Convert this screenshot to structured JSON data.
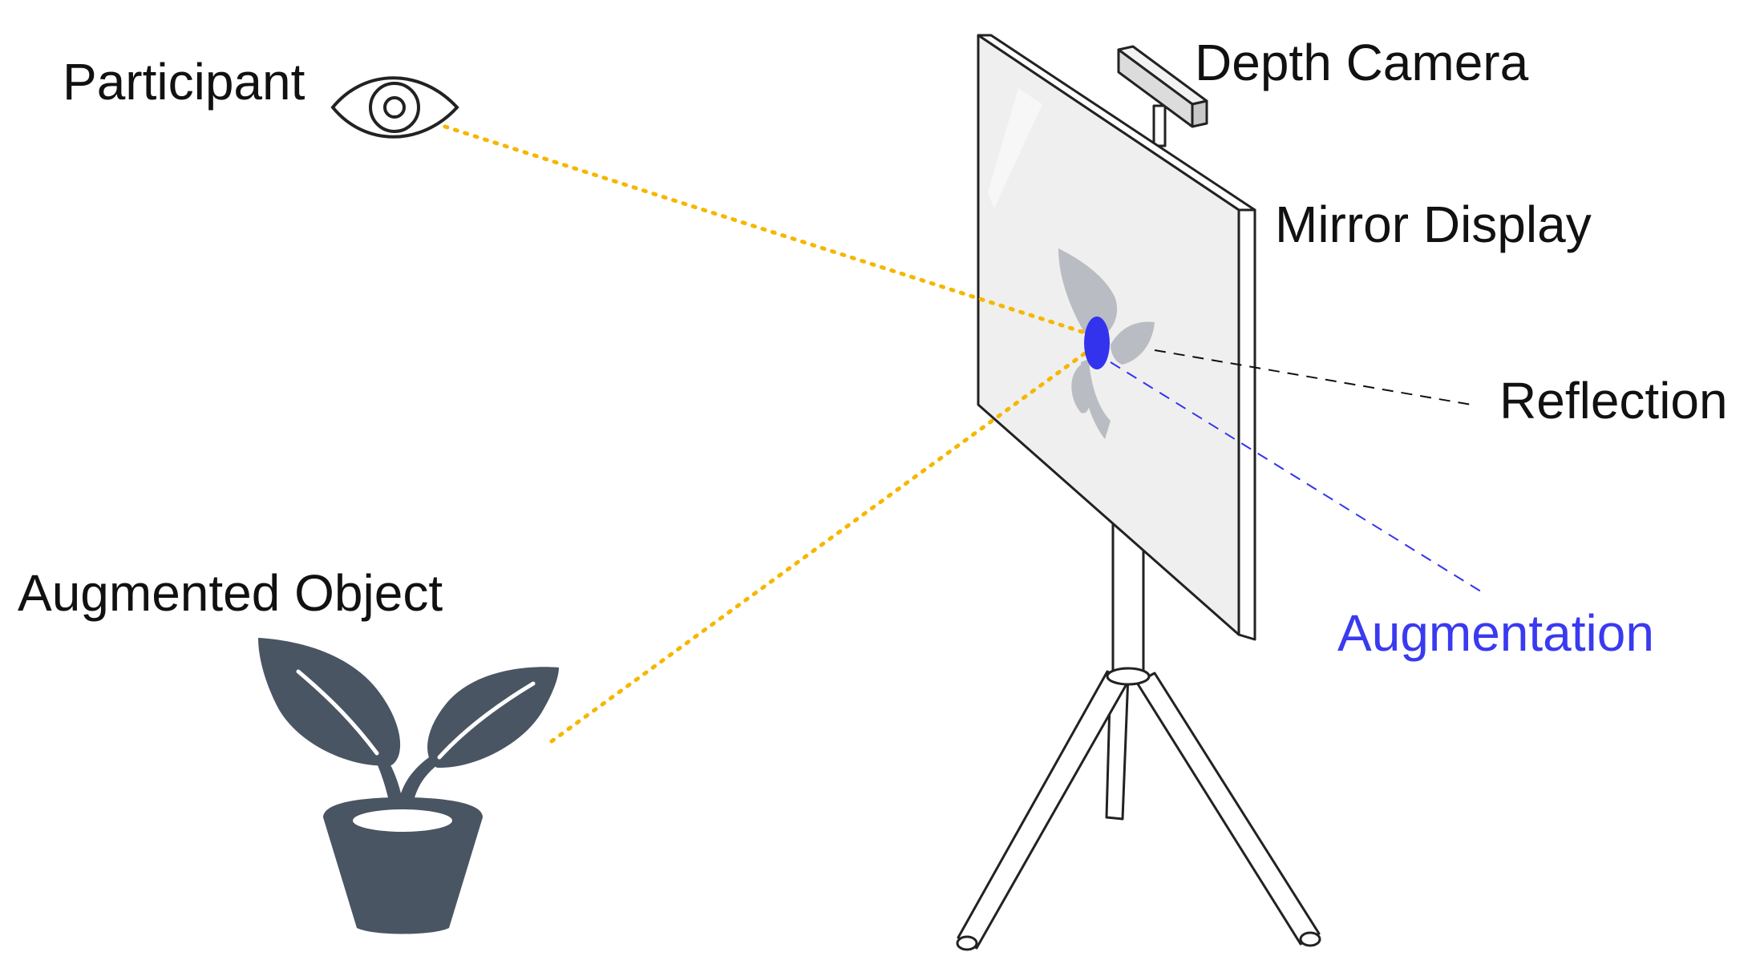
{
  "labels": {
    "participant": "Participant",
    "depth_camera": "Depth Camera",
    "mirror_display": "Mirror Display",
    "reflection": "Reflection",
    "augmentation": "Augmentation",
    "augmented_object": "Augmented Object"
  },
  "icons": {
    "participant": "eye-icon",
    "augmented_object": "potted-plant-icon",
    "reflection": "plant-reflection-icon",
    "augmentation": "augmentation-dot"
  },
  "colors": {
    "sight_line": "#f5b700",
    "augmentation": "#3333ee",
    "augmentation_text": "#3a3af0",
    "reflection_line": "#111111",
    "plant": "#4a5563",
    "reflection_plant": "#b9bcc2",
    "mirror_surface": "#efefef",
    "outline": "#222222"
  }
}
